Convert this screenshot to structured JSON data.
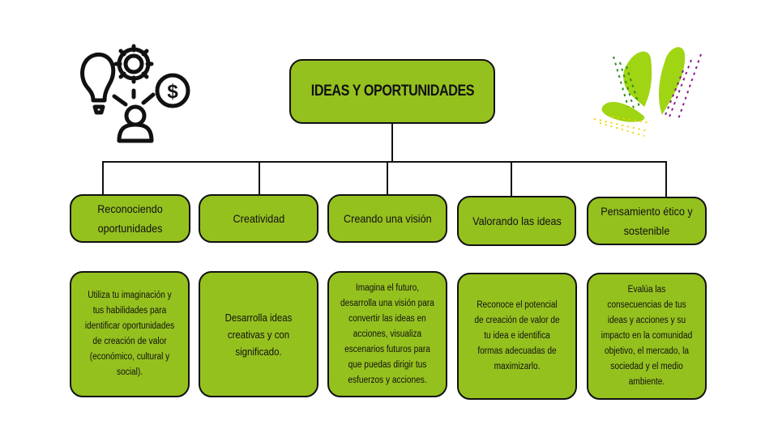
{
  "title": "IDEAS Y OPORTUNIDADES",
  "colors": {
    "box_fill": "#95c11f",
    "border": "#111111",
    "leaf_green": "#9fd513",
    "dot_green": "#2e8b1e",
    "dot_purple": "#8b1a8b",
    "dot_yellow": "#f2d400"
  },
  "icons": {
    "left": "idea-gear-money-person-icon",
    "right": "leaves-decoration"
  },
  "categories": [
    {
      "label": "Reconociendo oportunidades",
      "description": "Utiliza tu imaginación y tus habilidades para identificar oportunidades de creación de valor (económico, cultural y social)."
    },
    {
      "label": "Creatividad",
      "description": "Desarrolla ideas creativas y con significado."
    },
    {
      "label": "Creando una visión",
      "description": "Imagina el futuro, desarrolla una visión para convertir las ideas en acciones, visualiza escenarios futuros para que puedas dirigir tus esfuerzos y acciones."
    },
    {
      "label": "Valorando las ideas",
      "description": "Reconoce el potencial de creación de valor de tu idea e identifica formas adecuadas de maximizarlo."
    },
    {
      "label": "Pensamiento ético y sostenible",
      "description": "Evalúa las consecuencias de tus ideas y acciones y su impacto en la comunidad objetivo, el mercado, la sociedad y el medio ambiente."
    }
  ]
}
